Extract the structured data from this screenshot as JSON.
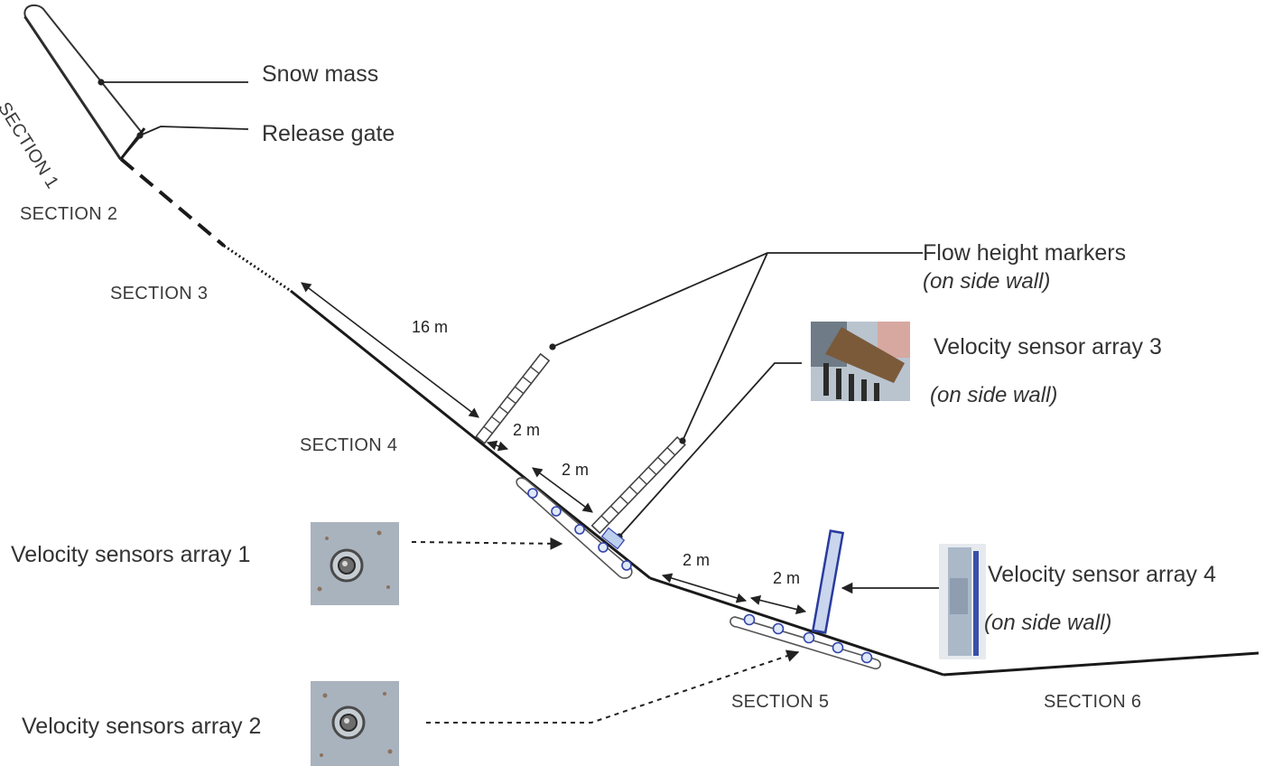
{
  "labels": {
    "section1": "SECTION 1",
    "section2": "SECTION 2",
    "section3": "SECTION 3",
    "section4": "SECTION 4",
    "section5": "SECTION 5",
    "section6": "SECTION 6",
    "snow_mass": "Snow mass",
    "release_gate": "Release gate",
    "flow_height_markers": "Flow height markers",
    "flow_height_sub": "(on side wall)",
    "vel3": "Velocity sensor array 3",
    "vel3_sub": "(on side wall)",
    "vel4": "Velocity sensor array 4",
    "vel4_sub": "(on side wall)",
    "vel1": "Velocity sensors array 1",
    "vel2": "Velocity sensors array 2",
    "dim_16m": "16 m",
    "dim_2m_a": "2 m",
    "dim_2m_b": "2 m",
    "dim_2m_c": "2 m",
    "dim_2m_d": "2 m"
  },
  "colors": {
    "line": "#222222",
    "sensor_blue": "#3344aa",
    "sensor_fill": "#c9d6ee",
    "photo_gray": "#a8b2bd"
  },
  "icons": {
    "photo1": "sensor-photo-icon",
    "photo2": "sensor-photo-icon",
    "photo3": "side-wall-sensor-photo-icon",
    "photo4": "side-wall-sensor-photo-icon"
  }
}
